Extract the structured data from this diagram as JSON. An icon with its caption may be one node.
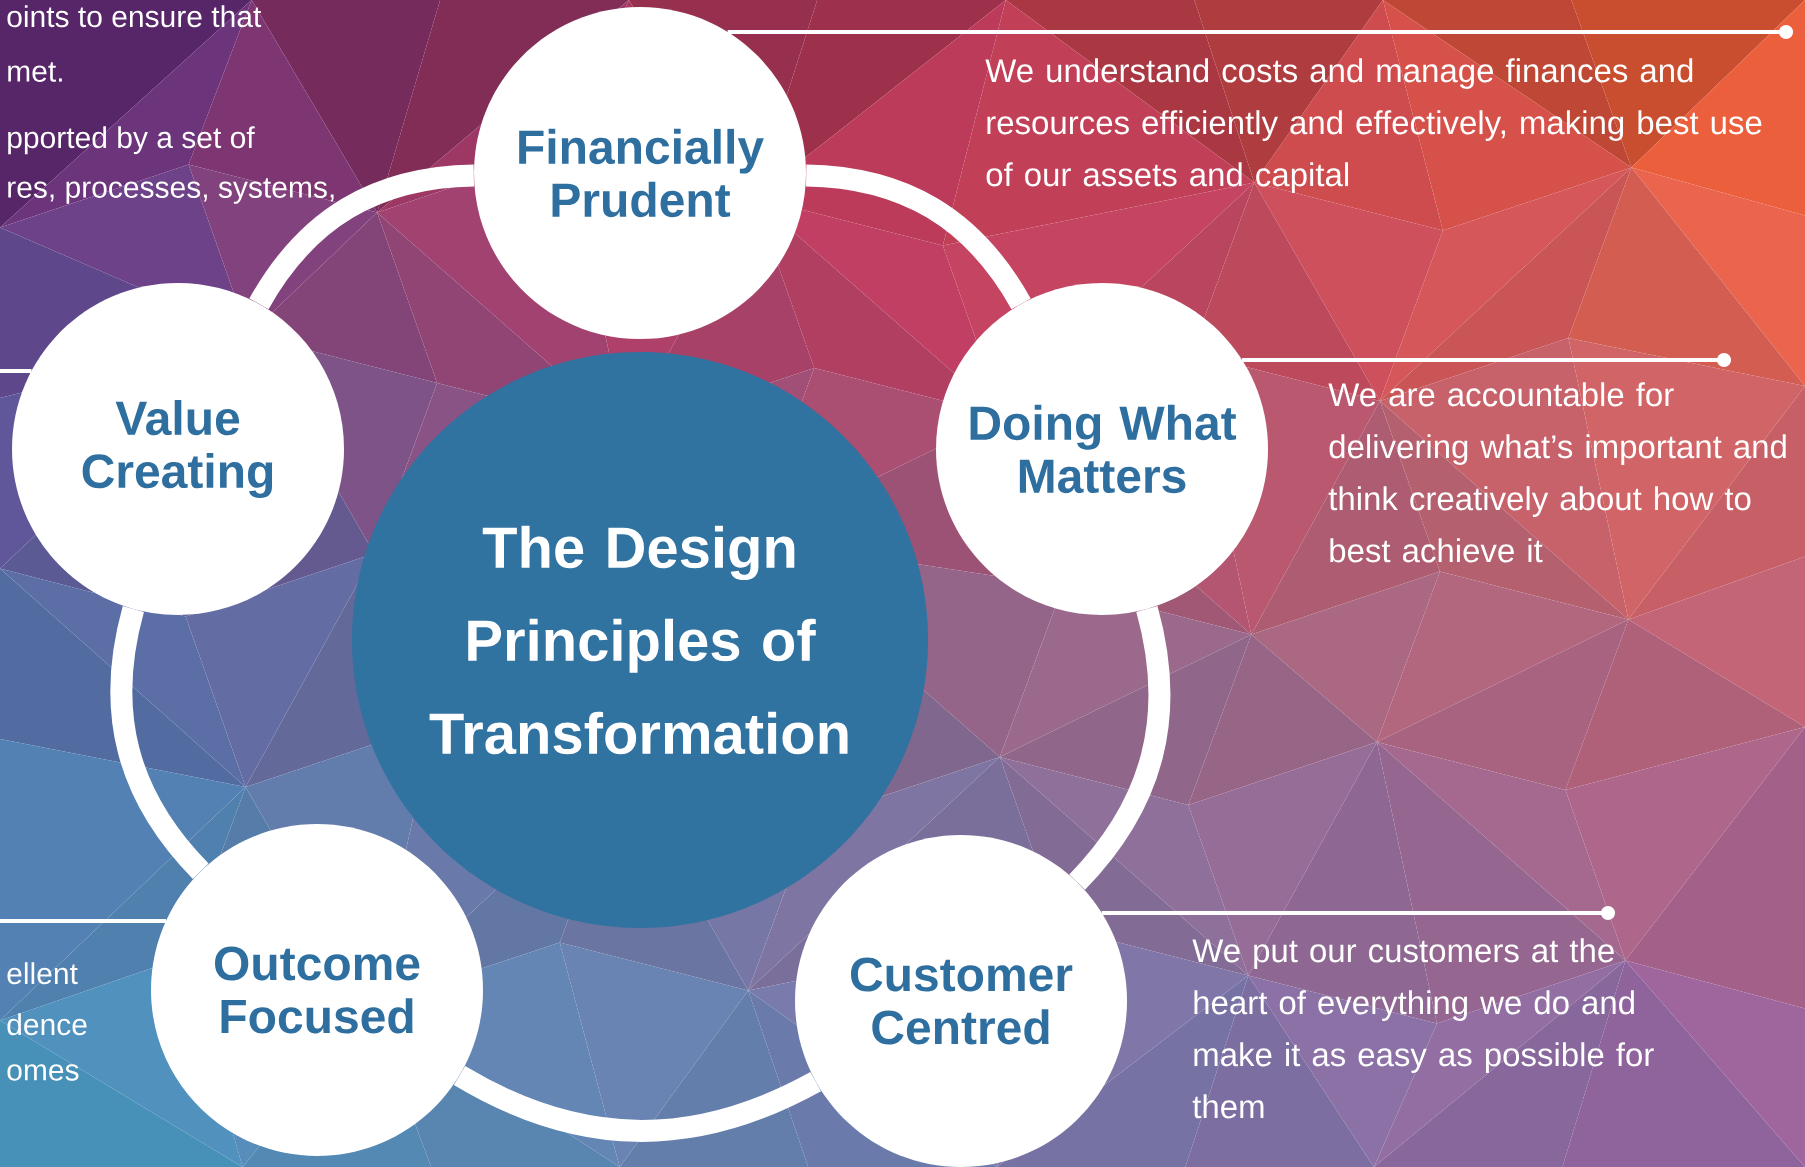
{
  "diagram": {
    "nodes": [
      {
        "text": [
          "Financially Prudent"
        ]
      },
      {
        "text": [
          "Value Creating"
        ]
      },
      {
        "text": [
          "Doing What Matters"
        ],
        "beside": [
          "We are accountable for delivering what’s important and think creatively about how to best achieve it"
        ]
      },
      {
        "text": [
          "The Design Principles of Transformation"
        ]
      },
      {
        "text": [
          "Outcome Focused"
        ]
      },
      {
        "text": [
          "Customer Centred"
        ],
        "beside": [
          "We put our customers at the heart of everything we do and make it as easy as possible for them"
        ]
      }
    ],
    "edges": [
      {
        "from": 0,
        "to": 2,
        "arrow": "none"
      },
      {
        "from": 2,
        "to": 5,
        "arrow": "none"
      },
      {
        "from": 5,
        "to": 4,
        "arrow": "none"
      },
      {
        "from": 4,
        "to": 1,
        "arrow": "none"
      },
      {
        "from": 1,
        "to": 0,
        "arrow": "none"
      }
    ],
    "labels": [
      "oints to ensure that",
      "met.",
      "pported by a set of",
      "res, processes, systems,",
      "We understand costs and manage finances and resources efficiently and effectively, making best use of our assets and capital",
      "ellent",
      "dence",
      "omes"
    ]
  }
}
